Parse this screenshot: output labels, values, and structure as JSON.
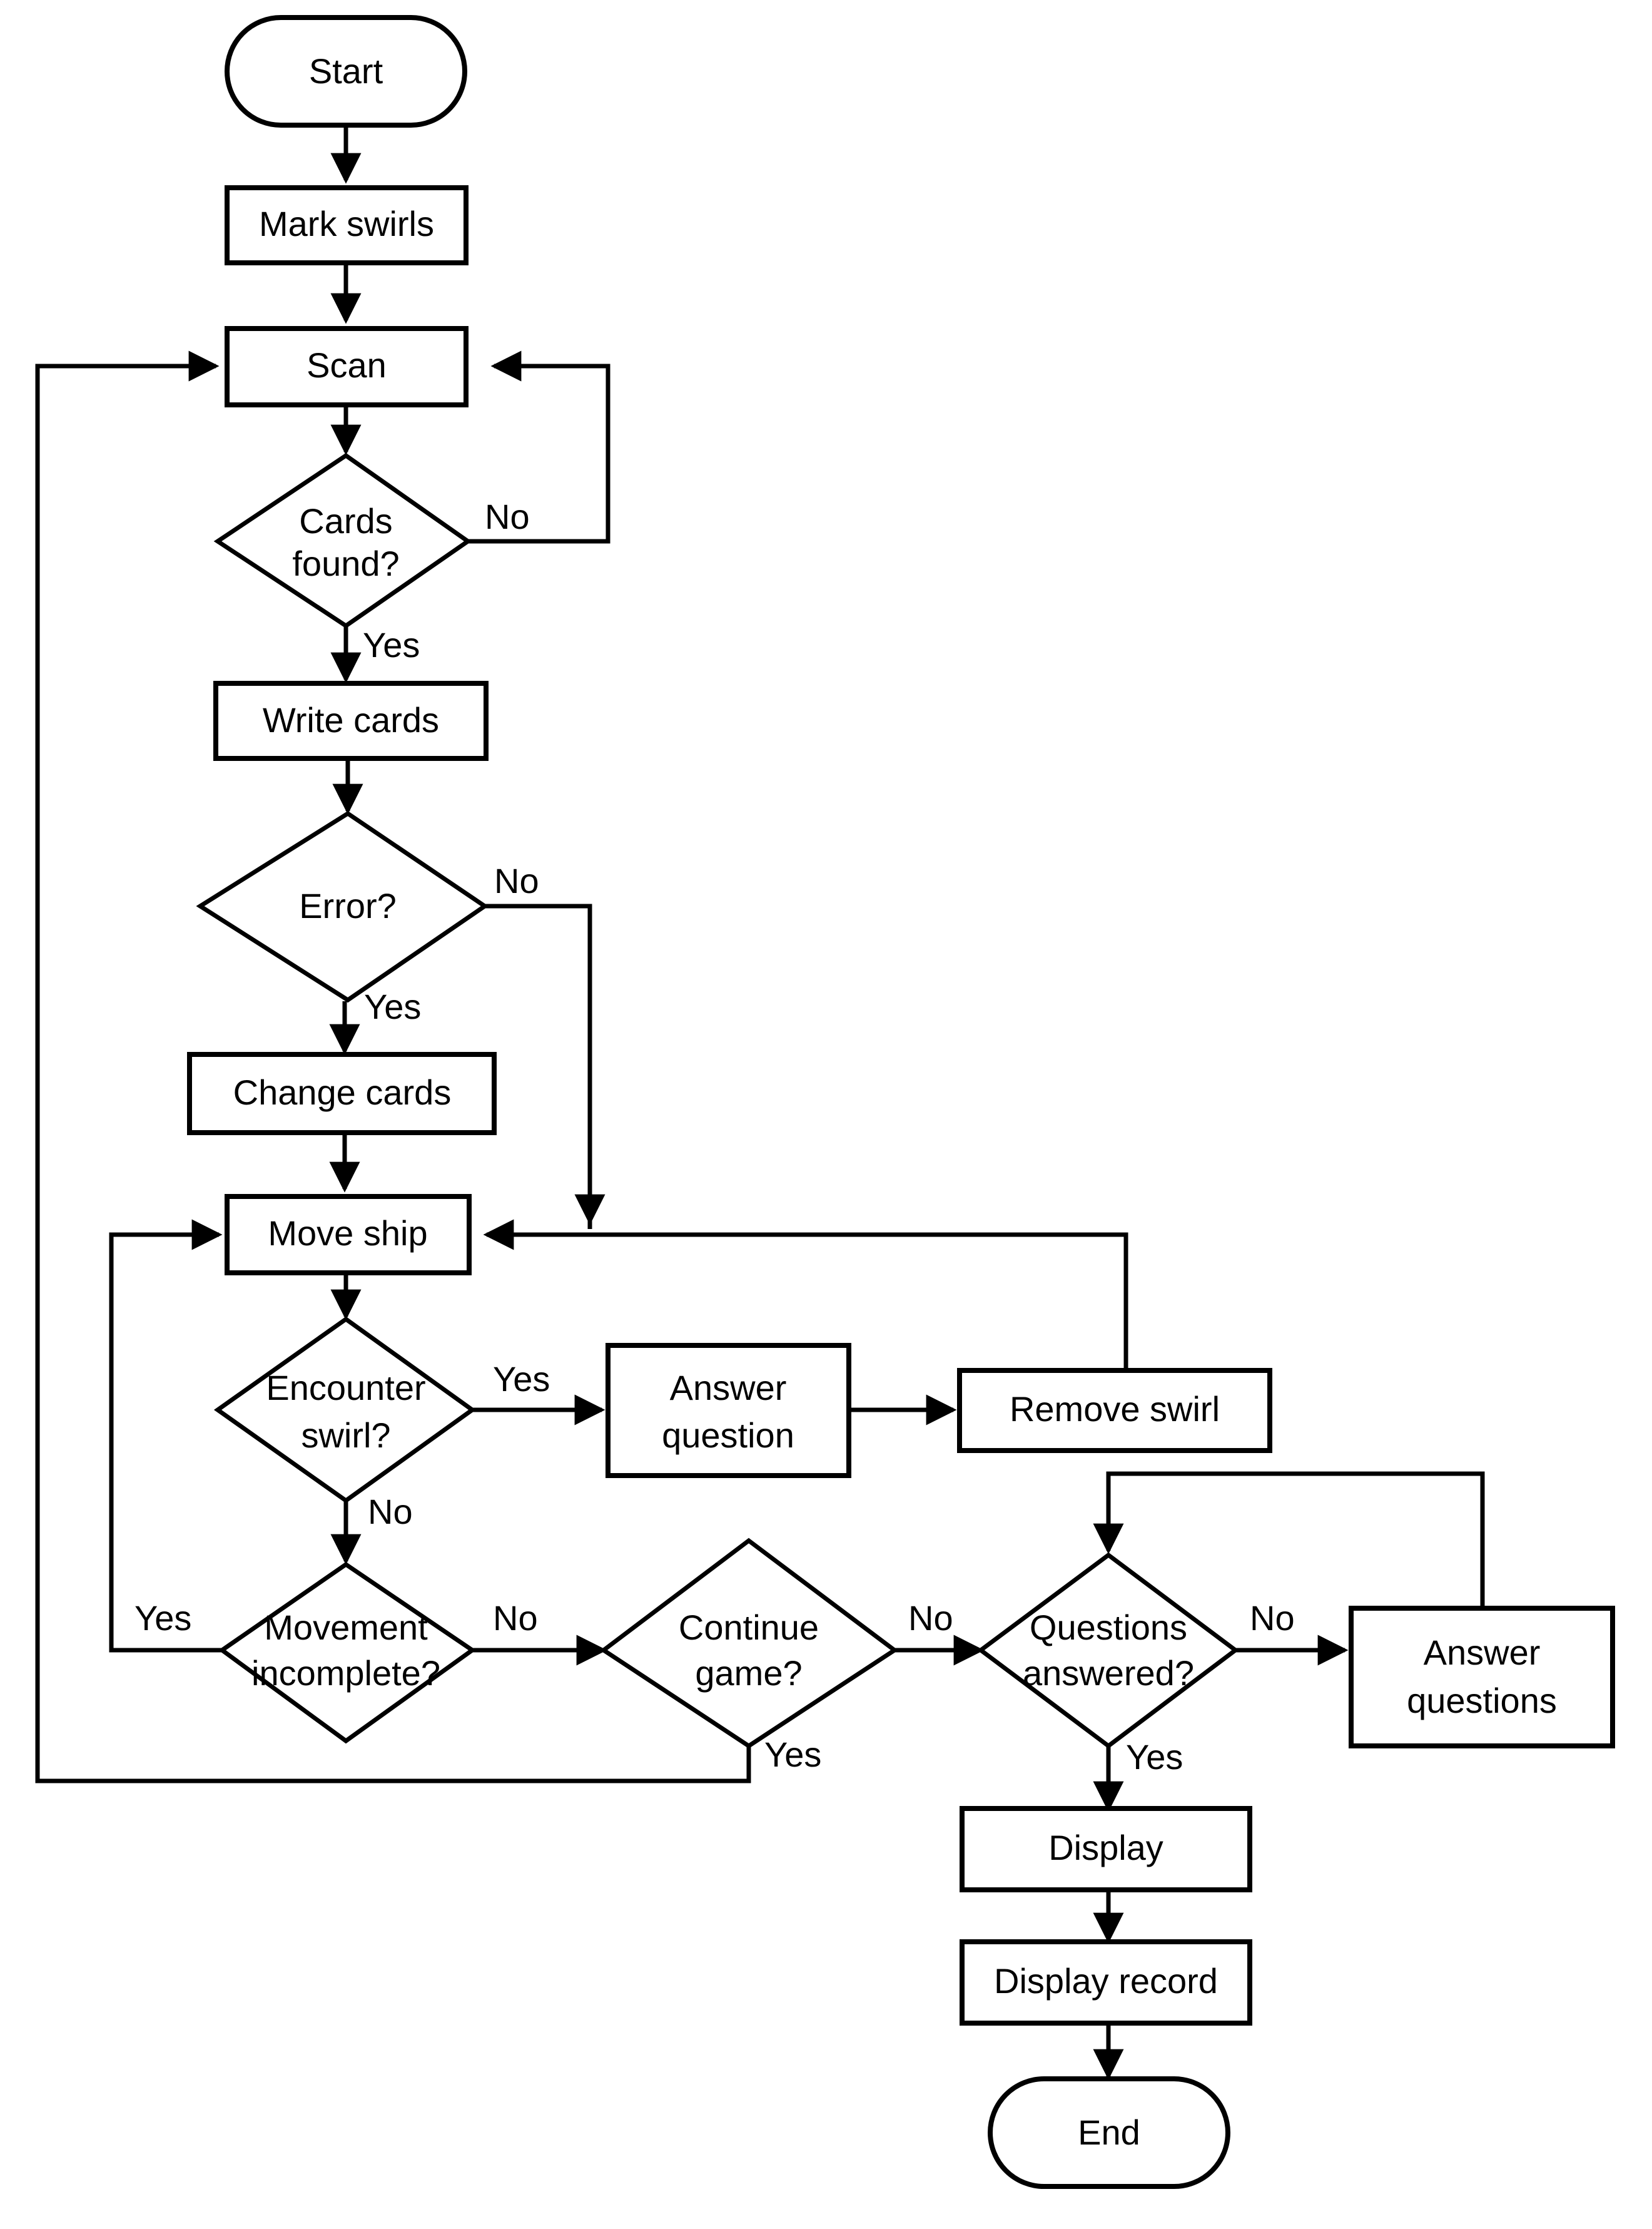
{
  "diagram": {
    "type": "flowchart",
    "title": "Game loop flowchart",
    "background_color": "#ffffff",
    "line_color": "#000000",
    "text_color": "#000000"
  },
  "nodes": {
    "start": {
      "label": "Start",
      "shape": "terminator"
    },
    "mark_swirls": {
      "label": "Mark swirls",
      "shape": "process"
    },
    "scan": {
      "label": "Scan",
      "shape": "process"
    },
    "cards_found": {
      "label1": "Cards",
      "label2": "found?",
      "shape": "decision"
    },
    "write_cards": {
      "label": "Write cards",
      "shape": "process"
    },
    "error": {
      "label": "Error?",
      "shape": "decision"
    },
    "change_cards": {
      "label": "Change cards",
      "shape": "process"
    },
    "move_ship": {
      "label": "Move ship",
      "shape": "process"
    },
    "encounter_swirl": {
      "label1": "Encounter",
      "label2": "swirl?",
      "shape": "decision"
    },
    "answer_question": {
      "label1": "Answer",
      "label2": "question",
      "shape": "process"
    },
    "remove_swirl": {
      "label": "Remove swirl",
      "shape": "process"
    },
    "movement_incomplete": {
      "label1": "Movement",
      "label2": "incomplete?",
      "shape": "decision"
    },
    "continue_game": {
      "label1": "Continue",
      "label2": "game?",
      "shape": "decision"
    },
    "questions_answered": {
      "label1": "Questions",
      "label2": "answered?",
      "shape": "decision"
    },
    "answer_questions": {
      "label1": "Answer",
      "label2": "questions",
      "shape": "process"
    },
    "display": {
      "label": "Display",
      "shape": "process"
    },
    "display_record": {
      "label": "Display record",
      "shape": "process"
    },
    "end": {
      "label": "End",
      "shape": "terminator"
    }
  },
  "edge_labels": {
    "cards_found_no": "No",
    "cards_found_yes": "Yes",
    "error_no": "No",
    "error_yes": "Yes",
    "encounter_swirl_yes": "Yes",
    "encounter_swirl_no": "No",
    "movement_incomplete_yes": "Yes",
    "movement_incomplete_no": "No",
    "continue_game_no": "No",
    "continue_game_yes": "Yes",
    "questions_answered_no": "No",
    "questions_answered_yes": "Yes"
  }
}
